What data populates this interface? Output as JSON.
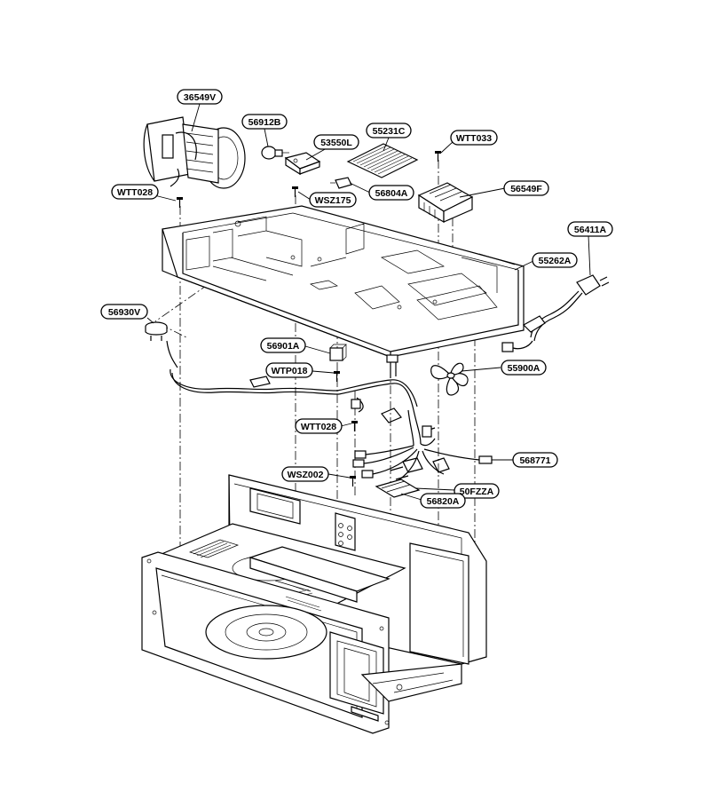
{
  "labels": {
    "p36549V": "36549V",
    "p56912B": "56912B",
    "p55231C": "55231C",
    "p53550L": "53550L",
    "pWTT033": "WTT033",
    "pWTT028a": "WTT028",
    "pWSZ175": "WSZ175",
    "p56804A": "56804A",
    "p56549F": "56549F",
    "p56411A": "56411A",
    "p55262A": "55262A",
    "p56930V": "56930V",
    "p56901A": "56901A",
    "pWTP018": "WTP018",
    "p55900A": "55900A",
    "pWTT028b": "WTT028",
    "p568771": "568771",
    "pWSZ002": "WSZ002",
    "p50FZZA": "50FZZA",
    "p56820A": "56820A"
  }
}
